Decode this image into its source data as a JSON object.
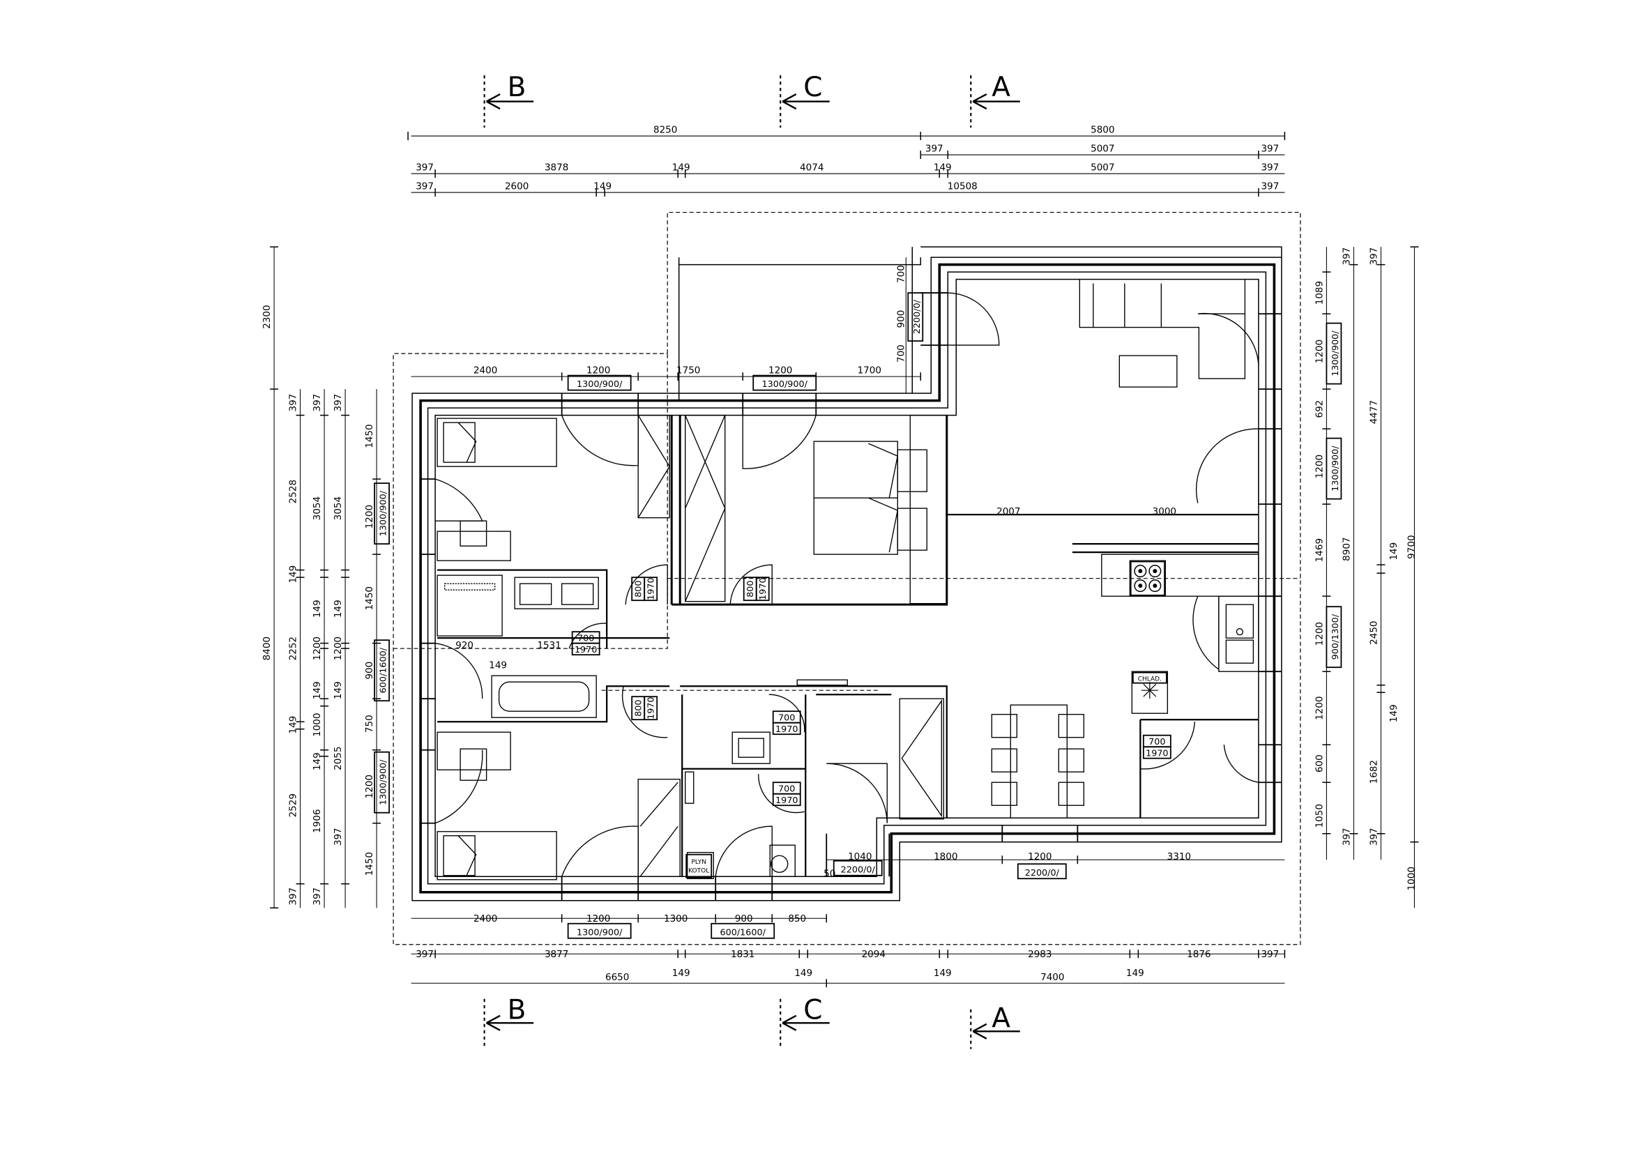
{
  "sections": {
    "a": "A",
    "b": "B",
    "c": "C"
  },
  "dims": {
    "top_row1": {
      "left": "8250",
      "right": "5800"
    },
    "top_row2": {
      "a": "397",
      "b": "5007",
      "c": "397"
    },
    "top_row3": {
      "a": "397",
      "b": "3878",
      "c": "149",
      "d": "4074",
      "e": "149",
      "f": "5007",
      "g": "397"
    },
    "top_row4": {
      "a": "397",
      "b": "2600",
      "c": "149",
      "d": "10508",
      "e": "397"
    },
    "upper_row": {
      "a": "2400",
      "b": "1200",
      "c": "1750",
      "d": "1200",
      "e": "1700"
    },
    "lower_row": {
      "a": "2400",
      "b": "1200",
      "c": "1300",
      "d": "900",
      "e": "850"
    },
    "bottom_row1": {
      "a": "397",
      "b": "3877",
      "c": "149",
      "d": "1831",
      "e": "149",
      "f": "2094",
      "g": "149",
      "h": "2983",
      "i": "149",
      "j": "1876",
      "k": "397"
    },
    "bottom_row2": {
      "left": "6650",
      "right": "7400"
    },
    "bottom_inner": {
      "a": "1040",
      "b": "50",
      "c": "1800",
      "d": "1200",
      "e": "3310"
    },
    "living": {
      "a": "2007",
      "b": "3000"
    },
    "bath": {
      "a": "920",
      "b": "1531",
      "c": "149"
    },
    "top_vert": {
      "a": "700",
      "b": "900",
      "c": "700"
    },
    "left_outer": {
      "a": "2300",
      "b": "8400"
    },
    "left_c1": {
      "a": "397",
      "b": "2528",
      "c": "149",
      "d": "2252",
      "e": "149",
      "f": "2529",
      "g": "397"
    },
    "left_c2": {
      "a": "397",
      "b": "3054",
      "c": "149",
      "d": "1200",
      "e": "149",
      "f": "1000",
      "g": "149",
      "h": "2055",
      "i": "1906",
      "j": "397"
    },
    "left_c3": {
      "a": "397",
      "b": "3054",
      "c": "149",
      "d": "1200",
      "e": "149",
      "f": "397"
    },
    "left_c4": {
      "a": "1450",
      "b": "1200",
      "c": "1450",
      "d": "900",
      "e": "750",
      "f": "1200",
      "g": "1450"
    },
    "right_c1": {
      "a": "1089",
      "b": "1200",
      "c": "692",
      "d": "1200",
      "e": "1469",
      "f": "1200",
      "g": "1200",
      "h": "600",
      "i": "1050"
    },
    "right_c2": {
      "a": "397",
      "b": "8907",
      "c": "397"
    },
    "right_c3": {
      "a": "397",
      "b": "4477",
      "c": "149",
      "d": "2450",
      "e": "149",
      "f": "1682",
      "g": "397"
    },
    "right_c4": {
      "a": "9700",
      "b": "1000"
    }
  },
  "openings": {
    "w1300_900": "1300/900/",
    "w600_1600": "600/1600/",
    "w900_1300": "900/1300/",
    "d2200_0": "2200/0/",
    "d2200_0_slash": "2200/0/",
    "d800": "800",
    "d700": "700",
    "h1970": "1970"
  },
  "labels": {
    "fridge": "CHLAD.",
    "boiler_line1": "PLYN",
    "boiler_line2": "KOTOL"
  }
}
